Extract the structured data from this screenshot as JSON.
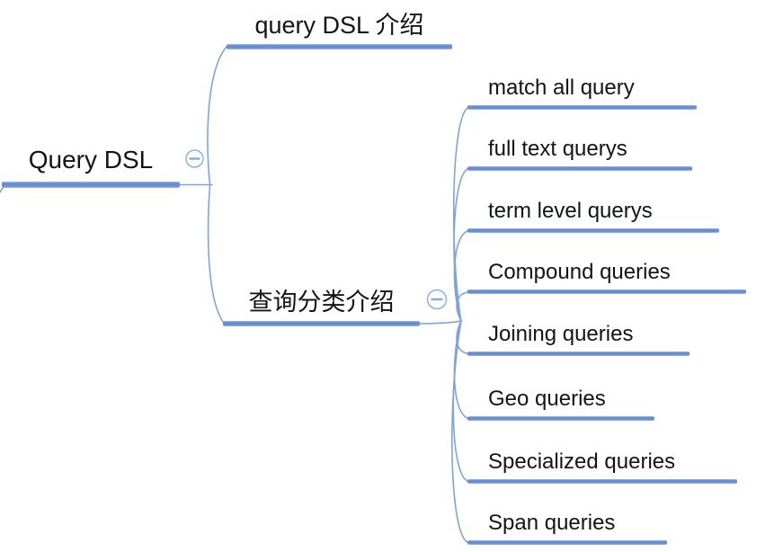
{
  "diagram": {
    "type": "mindmap",
    "background": "#ffffff",
    "colors": {
      "node_bar_blue": "#6690d3",
      "connector_blue": "#7ea4dc",
      "collapse_icon_stroke": "#8fb1e0",
      "text": "#141414"
    },
    "root": {
      "label": "Query DSL"
    },
    "branches": [
      {
        "label": "query DSL 介绍"
      },
      {
        "label": "查询分类介绍"
      }
    ],
    "children": [
      {
        "label": "match all query"
      },
      {
        "label": "full text querys"
      },
      {
        "label": "term level querys"
      },
      {
        "label": "Compound queries"
      },
      {
        "label": "Joining queries"
      },
      {
        "label": "Geo queries"
      },
      {
        "label": "Specialized queries"
      },
      {
        "label": "Span queries"
      }
    ],
    "icons": [
      {
        "name": "collapse-root-branches-icon",
        "glyph": "minus-circle"
      },
      {
        "name": "collapse-category-children-icon",
        "glyph": "minus-circle"
      }
    ]
  }
}
